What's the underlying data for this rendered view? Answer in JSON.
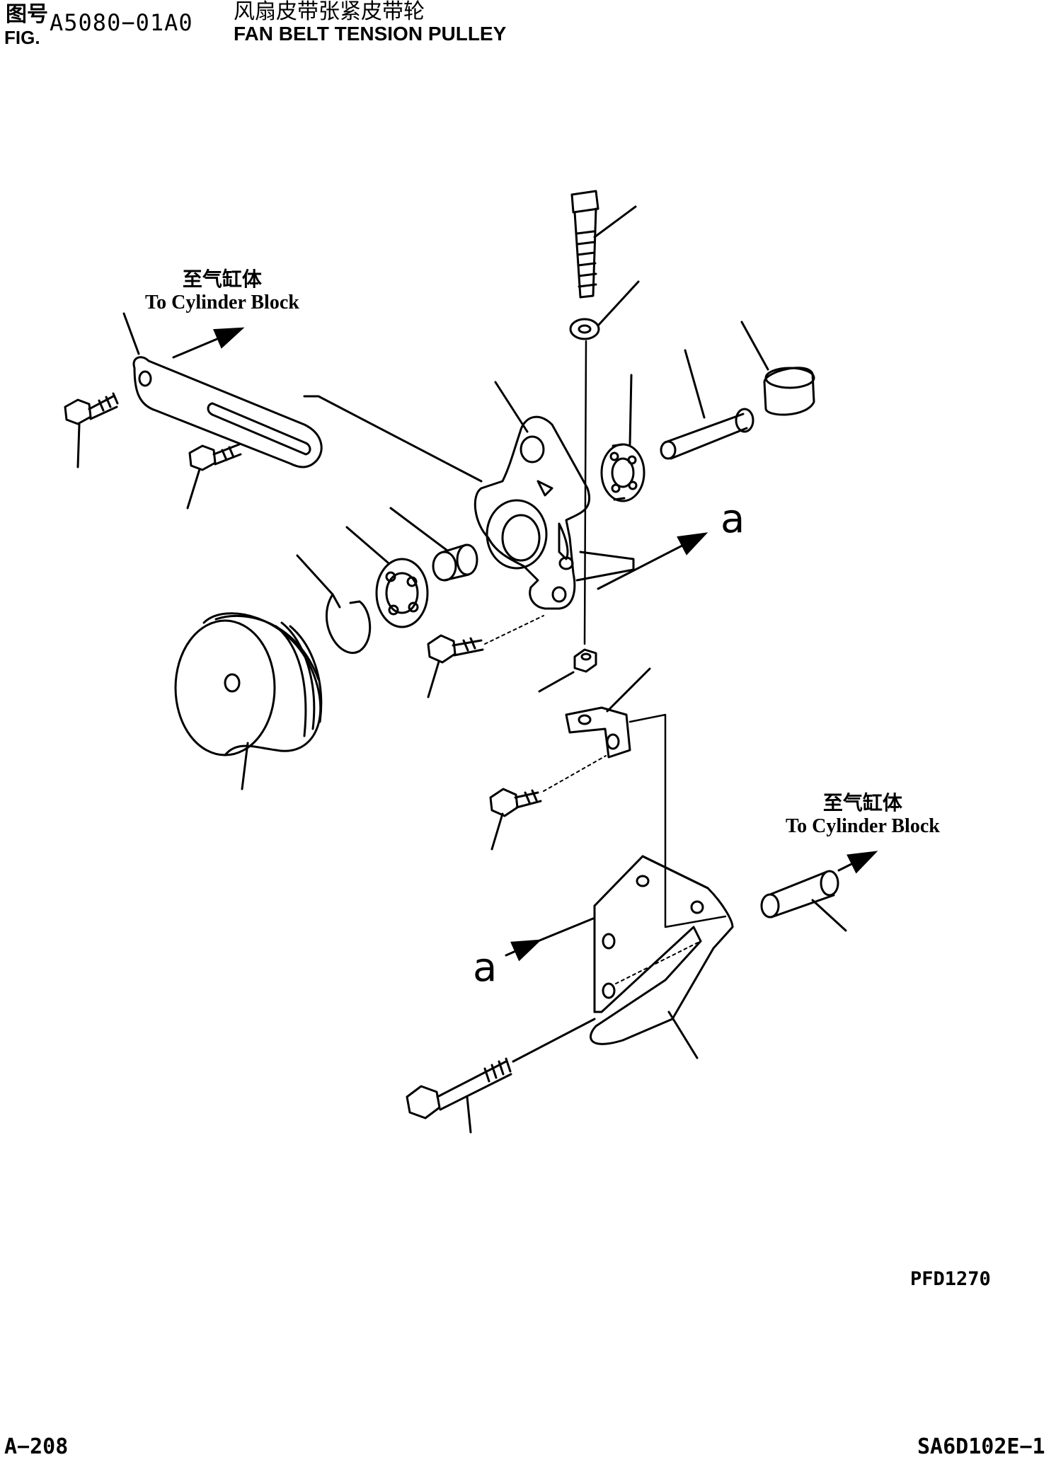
{
  "header": {
    "fig_label_cn": "图号",
    "fig_label_en": "FIG.",
    "fig_number": "A5080−01A0",
    "title_cn": "风扇皮带张紧皮带轮",
    "title_en": "FAN BELT TENSION PULLEY"
  },
  "notes": {
    "top": {
      "cn": "至气缸体",
      "en": "To Cylinder Block"
    },
    "bottom": {
      "cn": "至气缸体",
      "en": "To Cylinder Block"
    }
  },
  "view_marks": {
    "right": "a",
    "left": "a"
  },
  "footer": {
    "drawing_code": "PFD1270",
    "page_number": "A−208",
    "model_code": "SA6D102E−1"
  }
}
